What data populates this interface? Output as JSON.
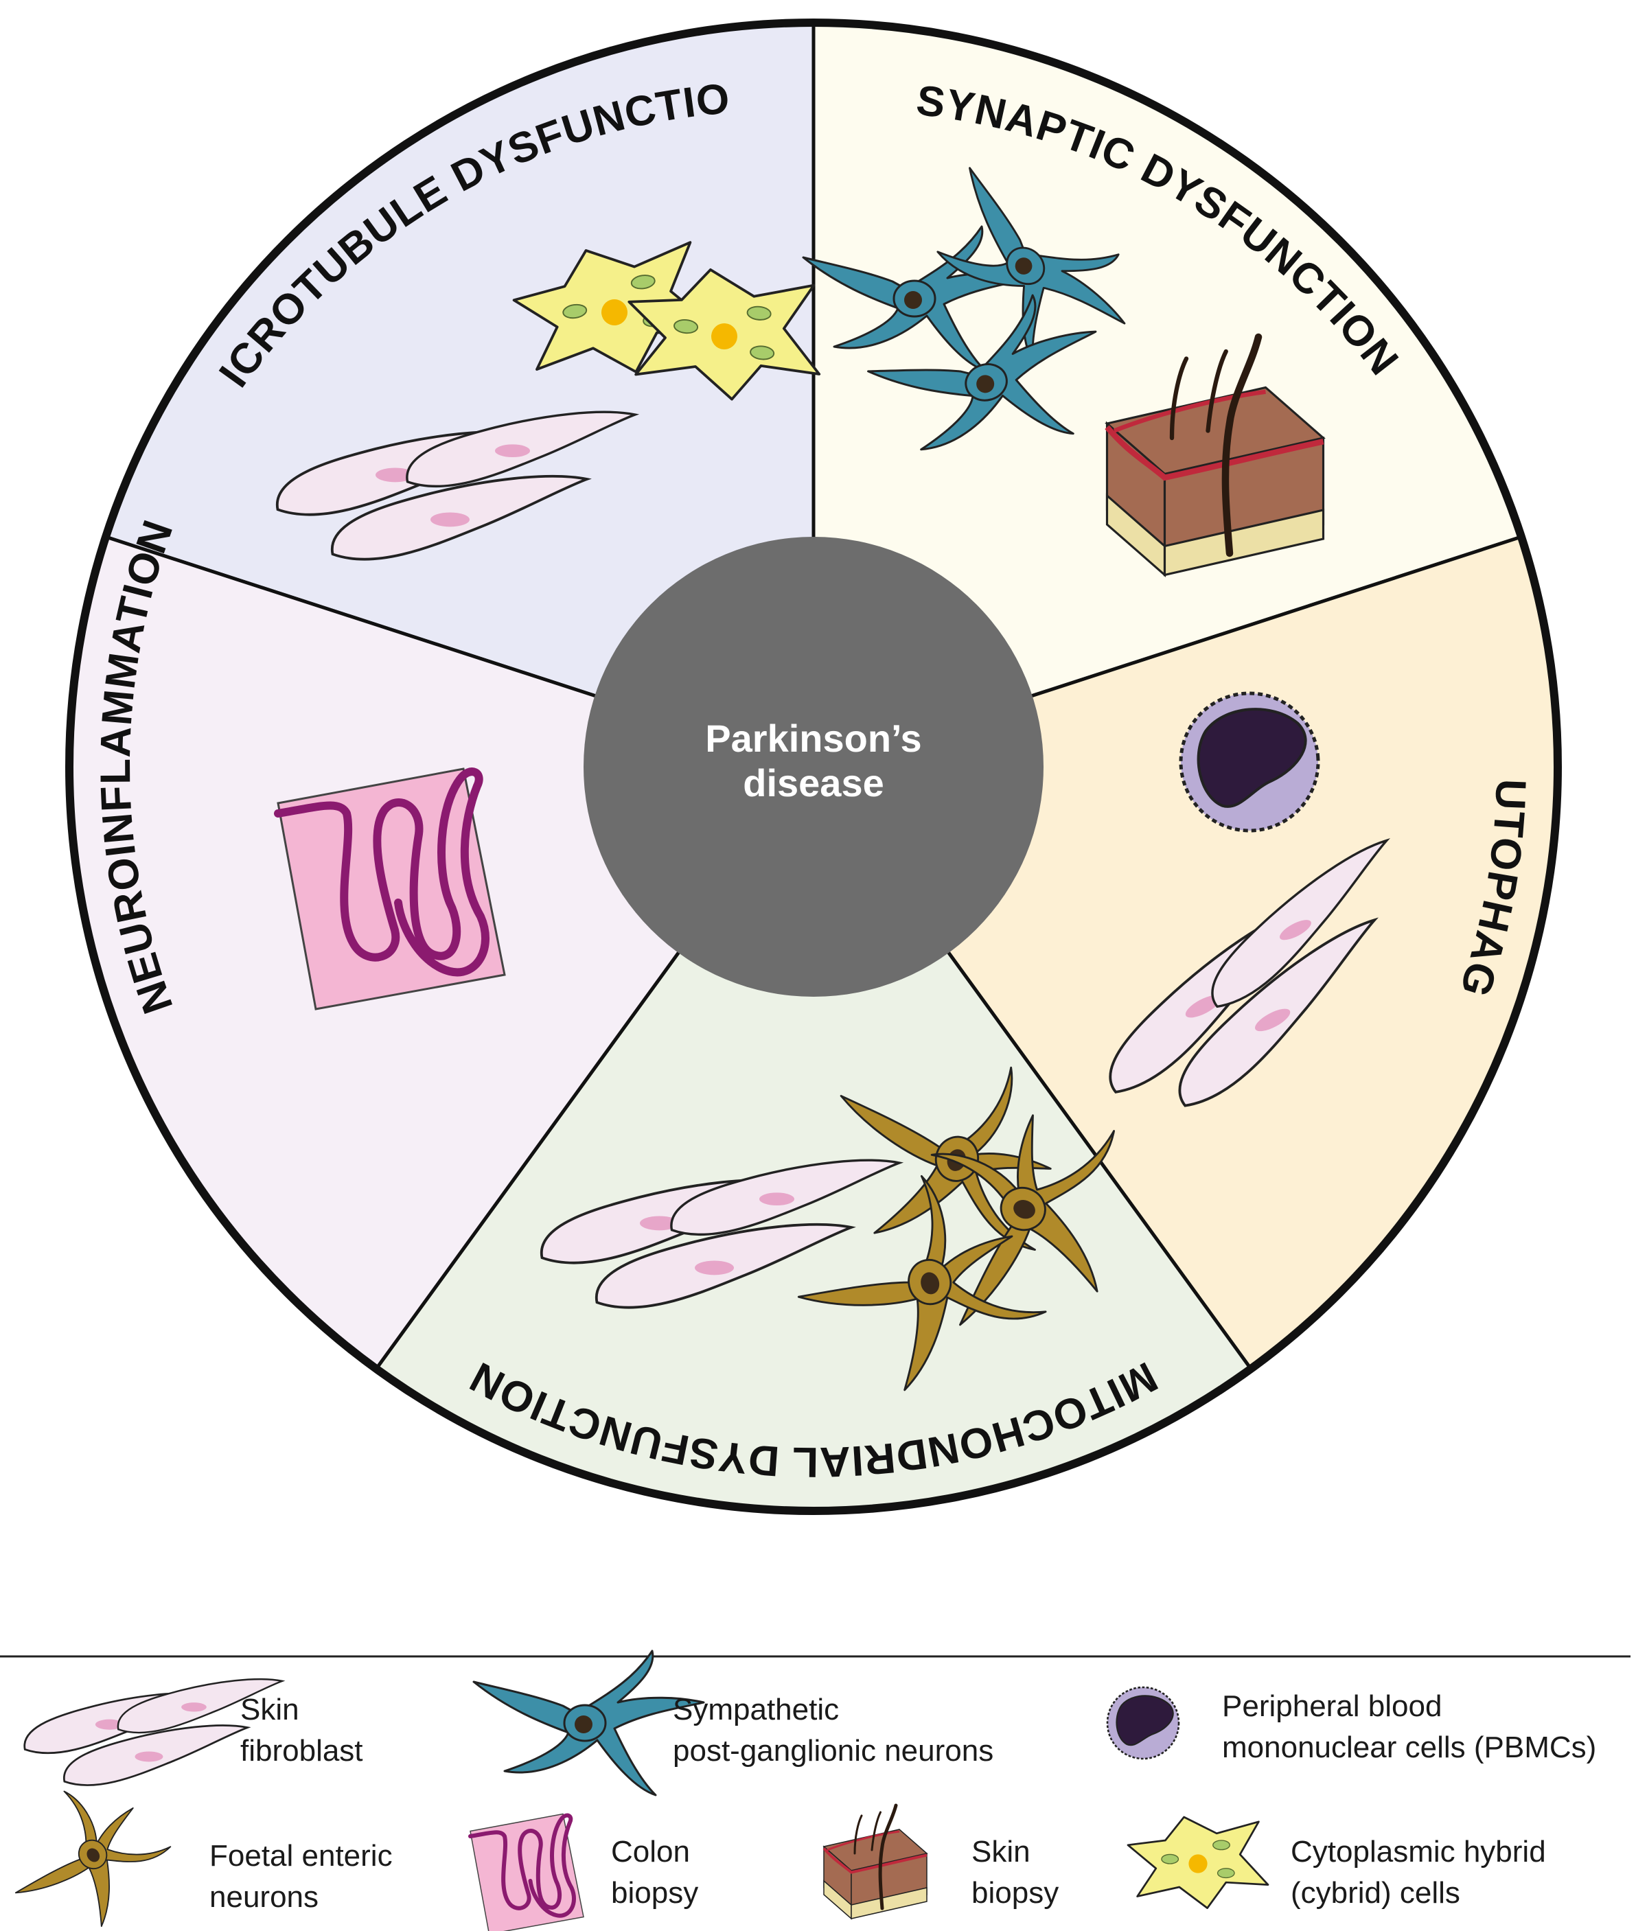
{
  "center": {
    "line1": "Parkinson’s",
    "line2": "disease"
  },
  "segments": [
    {
      "label": "MICROTUBULE DYSFUNCTION",
      "color": "#e8e9f6"
    },
    {
      "label": "SYNAPTIC DYSFUNCTION",
      "color": "#fefcef"
    },
    {
      "label": "AUTOPHAGY",
      "color": "#fdf0d4"
    },
    {
      "label": "MITOCHONDRIAL DYSFUNCTION",
      "color": "#ecf2e6"
    },
    {
      "label": "NEUROINFLAMMATION",
      "color": "#f6eff7"
    }
  ],
  "legend": {
    "skin_fibroblast": {
      "line1": "Skin",
      "line2": "fibroblast"
    },
    "sympathetic_neurons": {
      "line1": "Sympathetic",
      "line2": "post-ganglionic neurons"
    },
    "pbmc": {
      "line1": "Peripheral blood",
      "line2": "mononuclear cells (PBMCs)"
    },
    "enteric_neurons": {
      "line1": "Foetal enteric",
      "line2": "neurons"
    },
    "colon_biopsy": {
      "line1": "Colon",
      "line2": "biopsy"
    },
    "skin_biopsy": {
      "line1": "Skin",
      "line2": "biopsy"
    },
    "cybrid": {
      "line1": "Cytoplasmic hybrid",
      "line2": "(cybrid) cells"
    }
  },
  "colors": {
    "center": "#6d6d6d",
    "fibroblast_fill": "#f4e6f0",
    "fibroblast_nucleus": "#e7a6c9",
    "sympathetic_neuron": "#3d8fa8",
    "enteric_neuron": "#b08a2a",
    "pbmc_fill": "#b9acd5",
    "pbmc_nucleus": "#2e1a3c",
    "colon_fill": "#f4b6d3",
    "colon_line": "#8b1a6f",
    "cybrid_fill": "#f5f08a",
    "cybrid_nucleus": "#f5b800"
  },
  "icons": [
    "skin-fibroblast-icon",
    "sympathetic-neuron-icon",
    "pbmc-icon",
    "enteric-neuron-icon",
    "colon-biopsy-icon",
    "skin-biopsy-icon",
    "cybrid-cell-icon"
  ]
}
